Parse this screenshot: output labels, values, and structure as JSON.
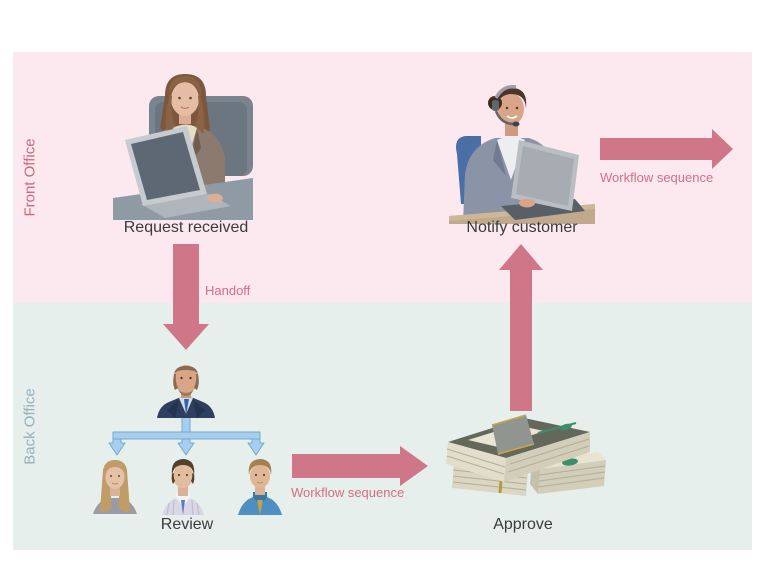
{
  "lanes": [
    {
      "label": "Front Office"
    },
    {
      "label": "Back Office"
    }
  ],
  "nodes": {
    "request_received": {
      "label": "Request received",
      "lane": "Front Office"
    },
    "notify_customer": {
      "label": "Notify customer",
      "lane": "Front Office"
    },
    "review": {
      "label": "Review",
      "lane": "Back Office"
    },
    "approve": {
      "label": "Approve",
      "lane": "Back Office"
    }
  },
  "connectors": {
    "handoff": {
      "label": "Handoff",
      "from": "Request received",
      "to": "Review",
      "direction": "down"
    },
    "review_to_approve": {
      "label": "Workflow sequence",
      "from": "Review",
      "to": "Approve",
      "direction": "right"
    },
    "approve_to_notify": {
      "label": "",
      "from": "Approve",
      "to": "Notify customer",
      "direction": "up"
    },
    "notify_outbound": {
      "label": "Workflow sequence",
      "from": "Notify customer",
      "to": "",
      "direction": "right"
    }
  },
  "illustrations": {
    "request_received": "woman-working-on-laptop",
    "notify_customer": "support-agent-with-headset-and-laptop",
    "review": "manager-delegating-to-three-reviewers",
    "approve": "stacks-of-cash"
  },
  "colors": {
    "page_bg": "#ffffff",
    "front_office_lane_bg": "#fce8ef",
    "back_office_lane_bg": "#e7efec",
    "front_office_label": "#c96b7c",
    "back_office_label": "#92b2be",
    "workflow_arrow": "#cf7689",
    "connector_label": "#d26f85",
    "node_label": "#3b3b3b",
    "delegate_arrow_fill": "#a6cfee",
    "delegate_arrow_stroke": "#74a9d3"
  }
}
